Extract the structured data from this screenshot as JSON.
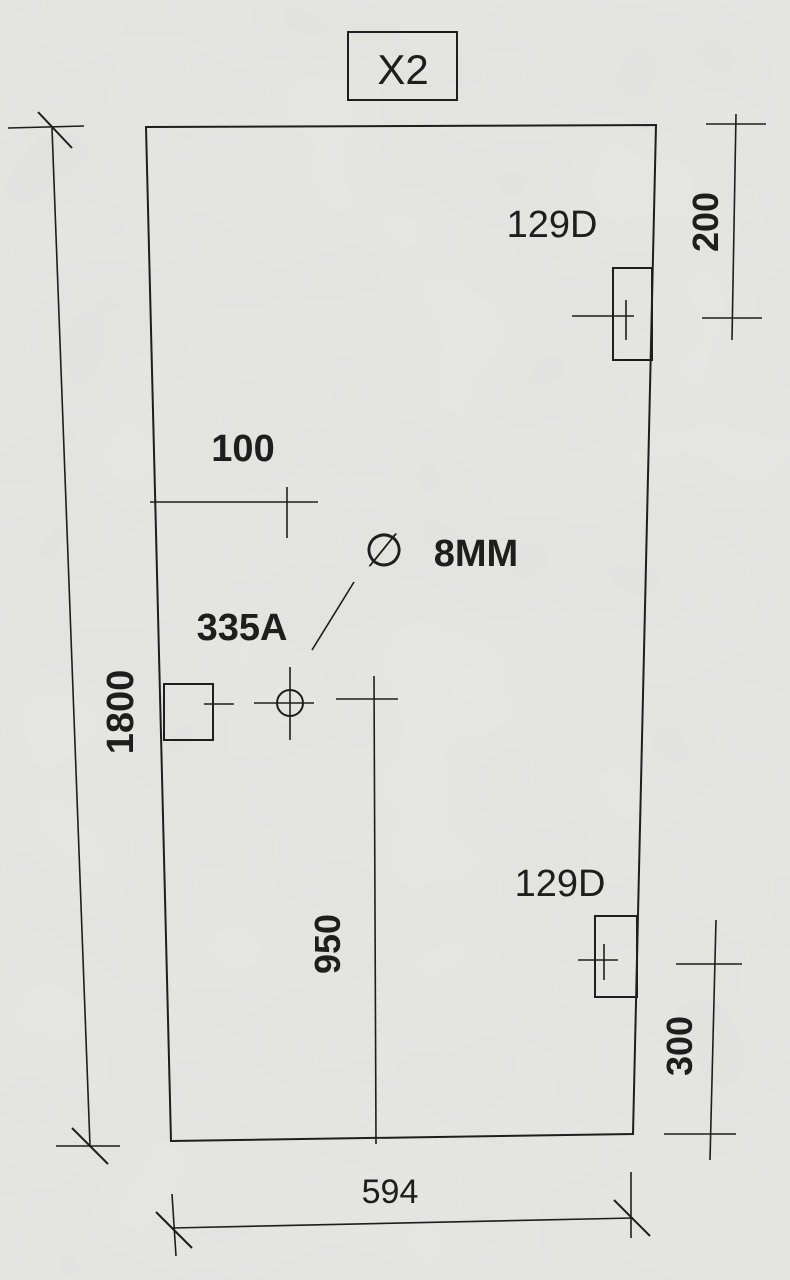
{
  "title": "X2",
  "dimensions": {
    "overall_height": "1800",
    "overall_width": "594",
    "center_height": "950",
    "left_offset": "100",
    "top_hinge_offset": "200",
    "bottom_hinge_offset": "300"
  },
  "labels": {
    "hinge_top": "129D",
    "hinge_bottom": "129D",
    "handle": "335A",
    "hole_diameter": "8MM",
    "diameter_symbol": "∅"
  }
}
